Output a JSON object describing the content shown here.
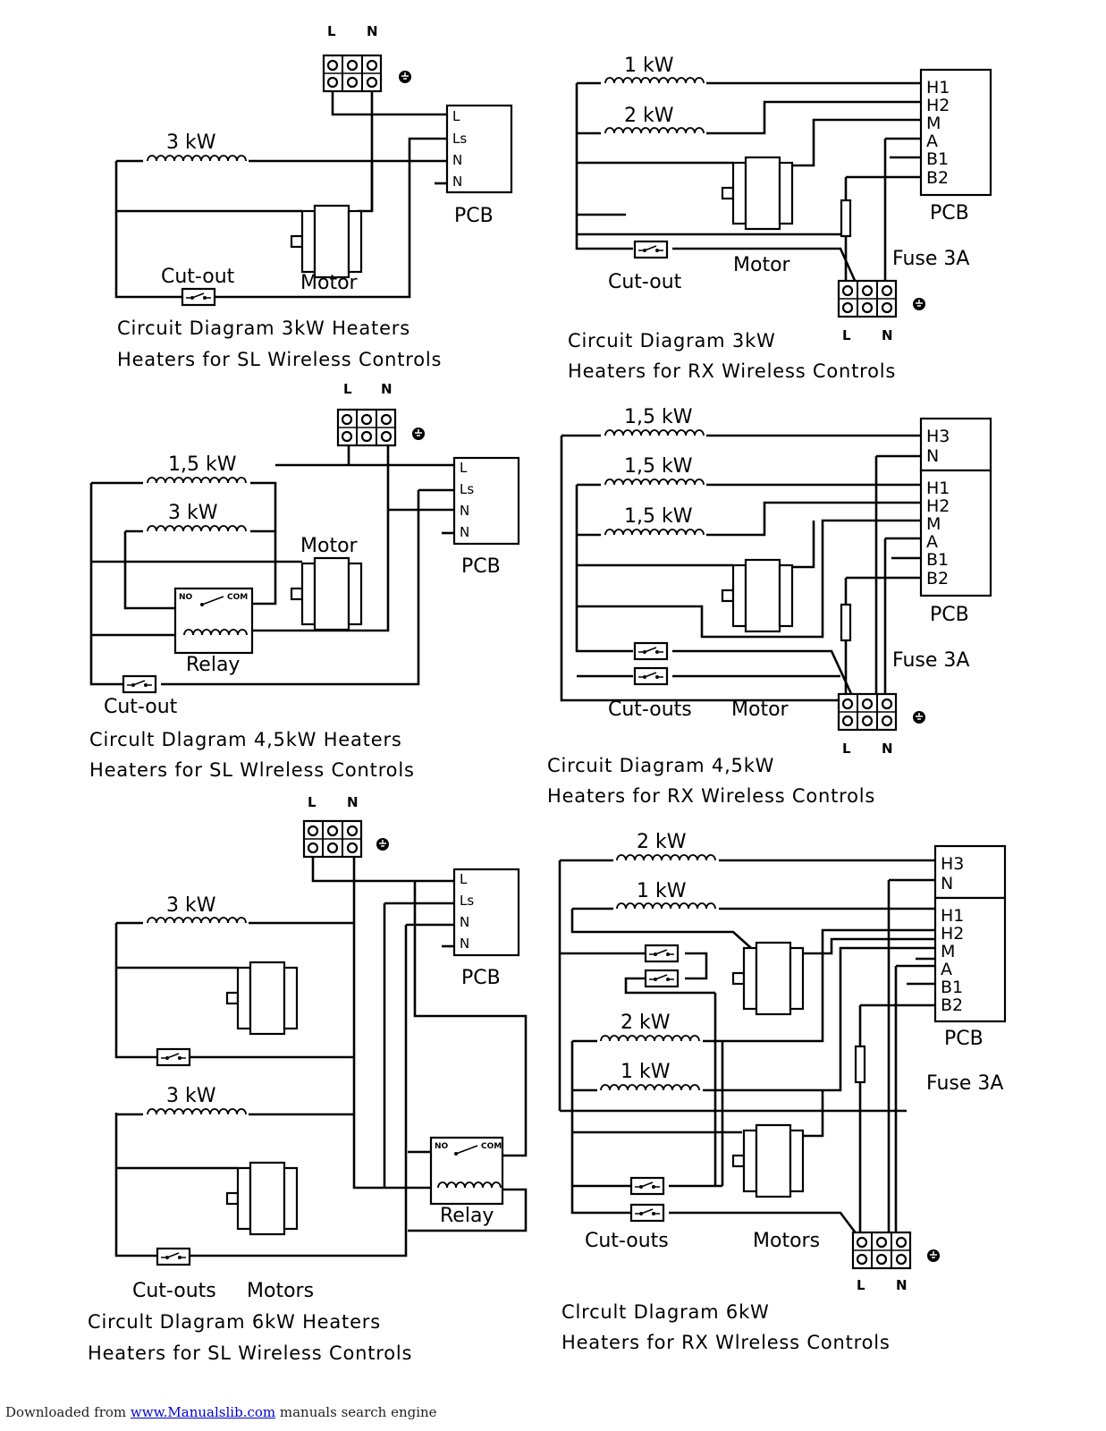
{
  "diagrams": {
    "sl3": {
      "terminals": {
        "l": "L",
        "n": "N"
      },
      "heater": "3 kW",
      "pcb_pins": [
        "L",
        "Ls",
        "N",
        "N"
      ],
      "pcb": "PCB",
      "cutout": "Cut-out",
      "motor": "Motor",
      "caption1": "Circuit Diagram 3kW Heaters",
      "caption2": "Heaters for SL Wireless Controls"
    },
    "rx3": {
      "heaters": [
        "1 kW",
        "2 kW"
      ],
      "pcb_pins": [
        "H1",
        "H2",
        "M",
        "A",
        "B1",
        "B2"
      ],
      "pcb": "PCB",
      "cutout": "Cut-out",
      "motor": "Motor",
      "fuse": "Fuse 3A",
      "terminals": {
        "l": "L",
        "n": "N"
      },
      "caption1": "Circuit Diagram 3kW",
      "caption2": "Heaters for RX Wireless Controls"
    },
    "sl45": {
      "terminals": {
        "l": "L",
        "n": "N"
      },
      "heaters": [
        "1,5 kW",
        "3 kW"
      ],
      "motor": "Motor",
      "pcb_pins": [
        "L",
        "Ls",
        "N",
        "N"
      ],
      "pcb": "PCB",
      "relay": "Relay",
      "relay_no": "NO",
      "relay_com": "COM",
      "cutout": "Cut-out",
      "caption1": "Circult Dlagram 4,5kW Heaters",
      "caption2": "Heaters for SL Wlreless Controls"
    },
    "rx45": {
      "heaters": [
        "1,5 kW",
        "1,5 kW",
        "1,5 kW"
      ],
      "pcb_top_pins": [
        "H3",
        "N"
      ],
      "pcb_pins": [
        "H1",
        "H2",
        "M",
        "A",
        "B1",
        "B2"
      ],
      "pcb": "PCB",
      "fuse": "Fuse 3A",
      "cutouts": "Cut-outs",
      "motor": "Motor",
      "terminals": {
        "l": "L",
        "n": "N"
      },
      "caption1": "Circuit Diagram 4,5kW",
      "caption2": "Heaters for RX Wireless Controls"
    },
    "sl6": {
      "terminals": {
        "l": "L",
        "n": "N"
      },
      "heaters": [
        "3 kW",
        "3 kW"
      ],
      "pcb_pins": [
        "L",
        "Ls",
        "N",
        "N"
      ],
      "pcb": "PCB",
      "relay": "Relay",
      "relay_no": "NO",
      "relay_com": "COM",
      "cutouts": "Cut-outs",
      "motors": "Motors",
      "caption1": "Circult Dlagram 6kW Heaters",
      "caption2": "Heaters for SL Wireless Controls"
    },
    "rx6": {
      "heaters": [
        "2 kW",
        "1 kW",
        "2 kW",
        "1 kW"
      ],
      "pcb_top_pins": [
        "H3",
        "N"
      ],
      "pcb_pins": [
        "H1",
        "H2",
        "M",
        "A",
        "B1",
        "B2"
      ],
      "pcb": "PCB",
      "fuse": "Fuse 3A",
      "cutouts": "Cut-outs",
      "motors": "Motors",
      "terminals": {
        "l": "L",
        "n": "N"
      },
      "caption1": "Clrcult Dlagram 6kW",
      "caption2": "Heaters for RX Wlreless Controls"
    }
  },
  "footer": {
    "prefix": "Downloaded from ",
    "link": "www.Manualslib.com",
    "suffix": " manuals search engine"
  }
}
